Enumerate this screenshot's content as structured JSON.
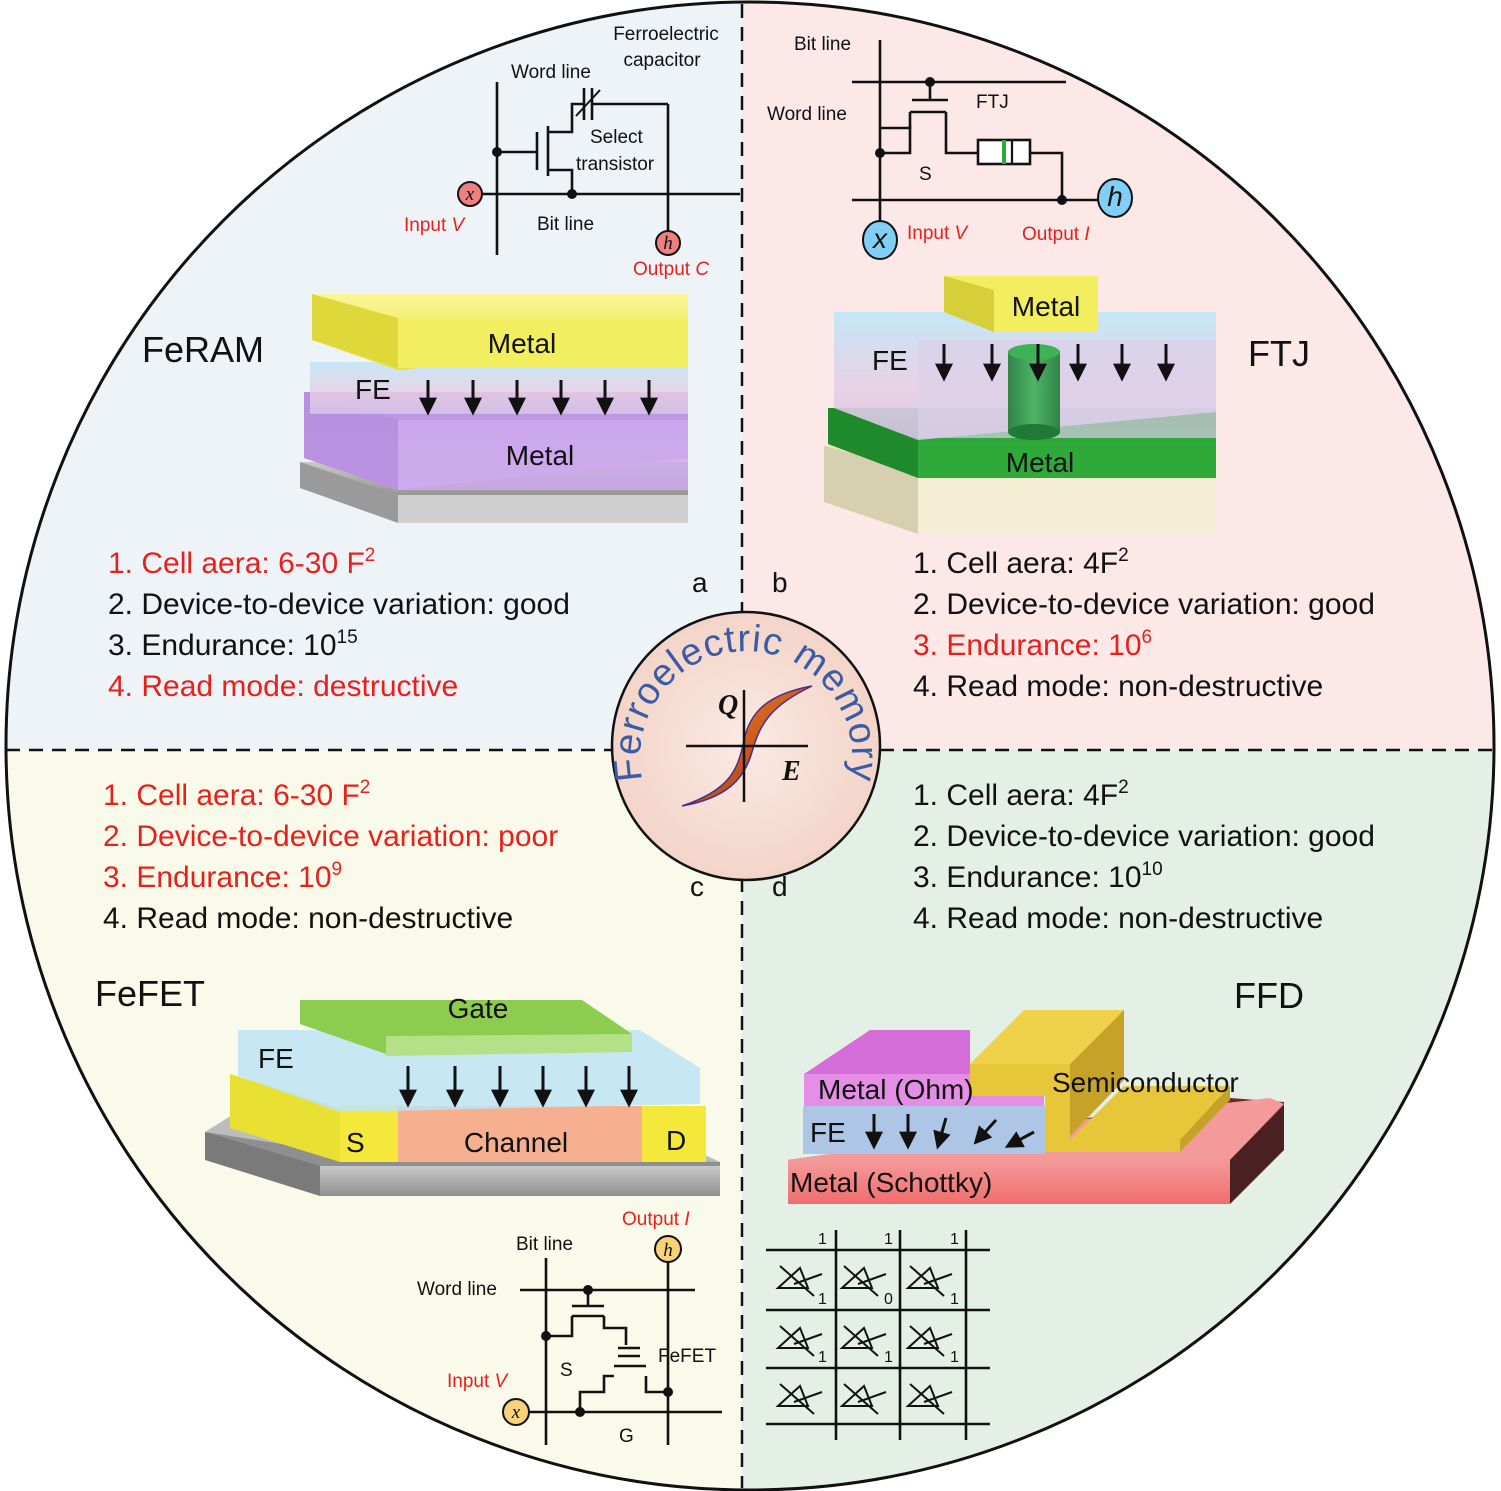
{
  "center": {
    "title": "Ferroelectric memory",
    "q_label": "Q",
    "e_label": "E"
  },
  "panel_a": {
    "letter": "a",
    "device": "FeRAM",
    "circuit": {
      "ferro_cap_line1": "Ferroelectric",
      "ferro_cap_line2": "capacitor",
      "word_line": "Word line",
      "select_line1": "Select",
      "select_line2": "transistor",
      "bit_line": "Bit line",
      "input": "Input ",
      "input_var": "V",
      "output": "Output ",
      "output_var": "C",
      "x_symbol": "x",
      "h_symbol": "h"
    },
    "layers": {
      "top_metal": "Metal",
      "fe": "FE",
      "bottom_metal": "Metal"
    },
    "props": [
      {
        "text": "1. Cell aera: 6-30 F",
        "sup": "2",
        "highlight": true
      },
      {
        "text": "2. Device-to-device variation: good",
        "sup": "",
        "highlight": false
      },
      {
        "text": "3. Endurance: 10",
        "sup": "15",
        "highlight": false
      },
      {
        "text": "4. Read mode: destructive",
        "sup": "",
        "highlight": true
      }
    ]
  },
  "panel_b": {
    "letter": "b",
    "device": "FTJ",
    "circuit": {
      "bit_line": "Bit line",
      "word_line": "Word line",
      "ftj": "FTJ",
      "s": "S",
      "input": "Input ",
      "input_var": "V",
      "output": "Output ",
      "output_var": "I",
      "x_symbol": "x",
      "h_symbol": "h"
    },
    "layers": {
      "top_metal": "Metal",
      "fe": "FE",
      "bottom_metal": "Metal"
    },
    "props": [
      {
        "text": "1. Cell aera: 4F",
        "sup": "2",
        "highlight": false
      },
      {
        "text": "2. Device-to-device variation: good",
        "sup": "",
        "highlight": false
      },
      {
        "text": "3. Endurance: 10",
        "sup": "6",
        "highlight": true
      },
      {
        "text": "4. Read mode: non-destructive",
        "sup": "",
        "highlight": false
      }
    ]
  },
  "panel_c": {
    "letter": "c",
    "device": "FeFET",
    "circuit": {
      "bit_line": "Bit line",
      "word_line": "Word line",
      "fefet": "FeFET",
      "s": "S",
      "g": "G",
      "input": "Input ",
      "input_var": "V",
      "output": "Output ",
      "output_var": "I",
      "x_symbol": "x",
      "h_symbol": "h"
    },
    "layers": {
      "gate": "Gate",
      "fe": "FE",
      "source": "S",
      "channel": "Channel",
      "drain": "D"
    },
    "props": [
      {
        "text": "1. Cell aera: 6-30 F",
        "sup": "2",
        "highlight": true
      },
      {
        "text": "2. Device-to-device variation: poor",
        "sup": "",
        "highlight": true
      },
      {
        "text": "3. Endurance: 10",
        "sup": "9",
        "highlight": true
      },
      {
        "text": "4. Read mode: non-destructive",
        "sup": "",
        "highlight": false
      }
    ]
  },
  "panel_d": {
    "letter": "d",
    "device": "FFD",
    "layers": {
      "metal_ohm": "Metal (Ohm)",
      "semiconductor": "Semiconductor",
      "fe": "FE",
      "metal_schottky": "Metal  (Schottky)"
    },
    "array_bits": [
      "1",
      "1",
      "1",
      "1",
      "0",
      "1",
      "1",
      "1",
      "1"
    ],
    "props": [
      {
        "text": "1. Cell aera: 4F",
        "sup": "2",
        "highlight": false
      },
      {
        "text": "2. Device-to-device variation: good",
        "sup": "",
        "highlight": false
      },
      {
        "text": "3. Endurance: 10",
        "sup": "10",
        "highlight": false
      },
      {
        "text": "4. Read mode: non-destructive",
        "sup": "",
        "highlight": false
      }
    ]
  },
  "colors": {
    "quadrant_a": "#eef3f8",
    "quadrant_b": "#fbe8e7",
    "quadrant_c": "#fafaea",
    "quadrant_d": "#e4efe6",
    "center_disc": "#f6e0d8",
    "highlight": "#e8201c",
    "text": "#111111",
    "title_arc": "#3b5ba5",
    "loop_orange": "#e07a1f",
    "loop_purple": "#5a3c8a",
    "metal_yellow": "#f2ee60",
    "metal_purple": "#c79ae6",
    "fe_blue": "#bde4f5",
    "metal_green": "#2faa3a",
    "gate_green": "#8ccc4f",
    "channel_orange": "#f6b08f",
    "sd_yellow": "#f4e83a",
    "semi_gold": "#e8c63a",
    "schottky_red": "#f17b7b",
    "ohm_magenta": "#d56ed8",
    "input_red": "#f08080",
    "input_blue": "#7fd0f4",
    "input_gold": "#f7d279"
  }
}
